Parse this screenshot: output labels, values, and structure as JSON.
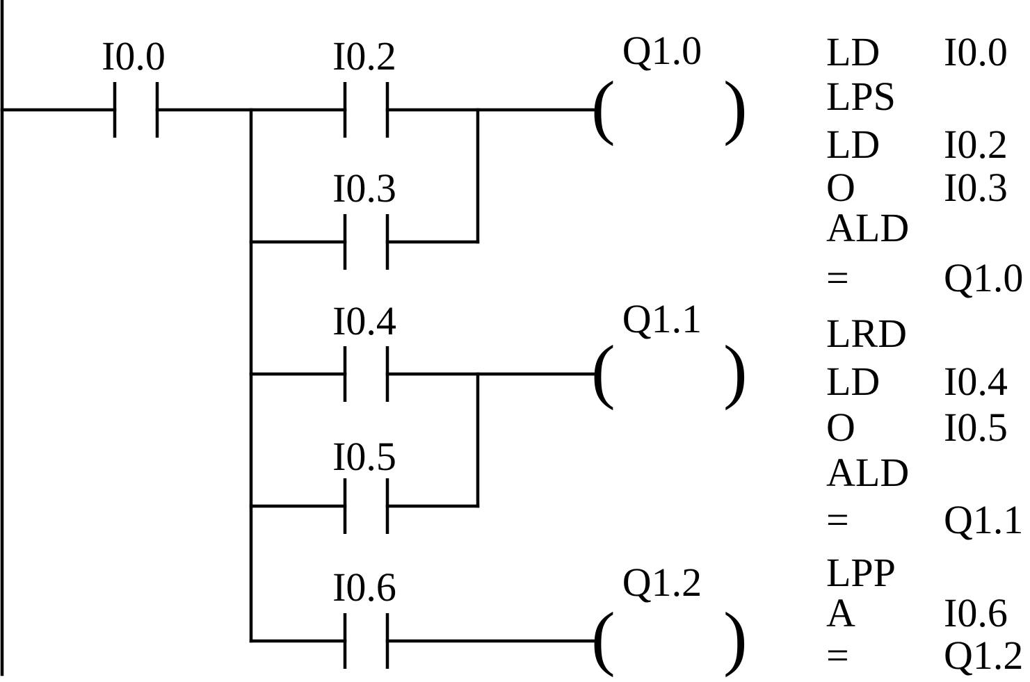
{
  "ladder": {
    "input_contact": "I0.0",
    "rungs": [
      {
        "contacts": [
          "I0.2",
          "I0.3"
        ],
        "coil": "Q1.0"
      },
      {
        "contacts": [
          "I0.4",
          "I0.5"
        ],
        "coil": "Q1.1"
      },
      {
        "contacts": [
          "I0.6"
        ],
        "coil": "Q1.2"
      }
    ],
    "coil_open": "(",
    "coil_close": ")"
  },
  "statement_list": [
    {
      "op": "LD",
      "operand": "I0.0"
    },
    {
      "op": "LPS",
      "operand": ""
    },
    {
      "op": "LD",
      "operand": "I0.2"
    },
    {
      "op": "O",
      "operand": "I0.3"
    },
    {
      "op": "ALD",
      "operand": ""
    },
    {
      "op": "=",
      "operand": "Q1.0"
    },
    {
      "op": "LRD",
      "operand": ""
    },
    {
      "op": "LD",
      "operand": "I0.4"
    },
    {
      "op": "O",
      "operand": "I0.5"
    },
    {
      "op": "ALD",
      "operand": ""
    },
    {
      "op": "=",
      "operand": "Q1.1"
    },
    {
      "op": "LPP",
      "operand": ""
    },
    {
      "op": "A",
      "operand": "I0.6"
    },
    {
      "op": "=",
      "operand": "Q1.2"
    }
  ]
}
